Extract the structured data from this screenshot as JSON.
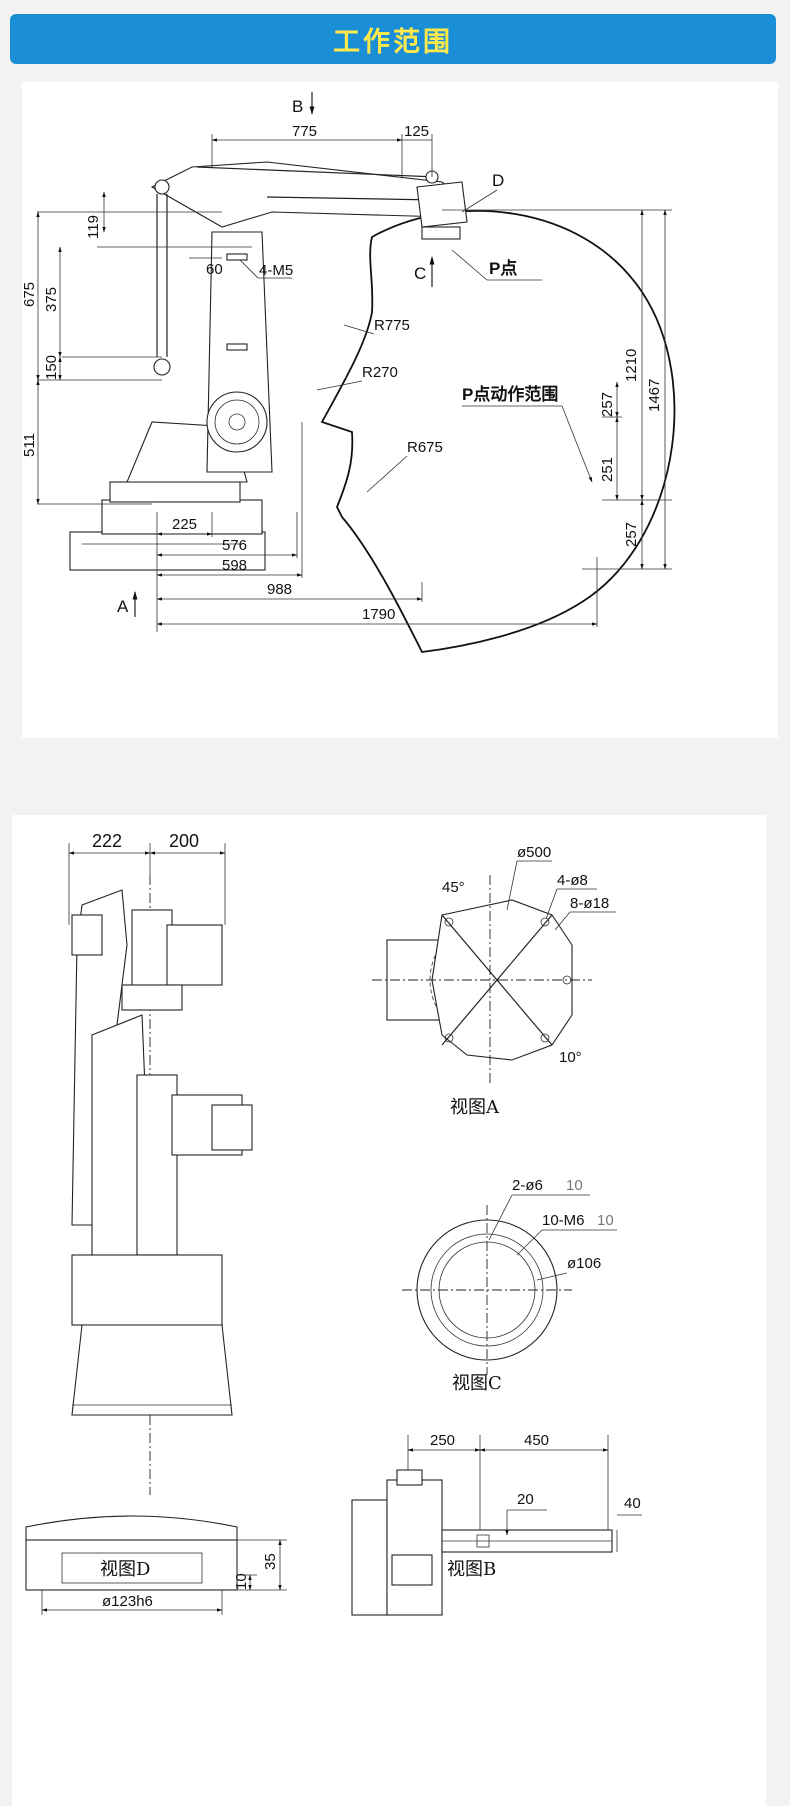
{
  "banner": {
    "title": "工作范围"
  },
  "top_drawing": {
    "view_markers": {
      "b": "B",
      "c": "C",
      "a": "A",
      "d": "D"
    },
    "point_label": "P点",
    "range_label": "P点动作范围",
    "hole_label": "4-M5",
    "radii": {
      "r775": "R775",
      "r270": "R270",
      "r675": "R675"
    },
    "dims": {
      "d775": "775",
      "d125": "125",
      "d119": "119",
      "d60": "60",
      "d675": "675",
      "d375": "375",
      "d150": "150",
      "d511": "511",
      "d1210": "1210",
      "d1467": "1467",
      "d257a": "257",
      "d251": "251",
      "d257b": "257",
      "d225": "225",
      "d576": "576",
      "d598": "598",
      "d988": "988",
      "d1790": "1790"
    }
  },
  "bottom_drawing": {
    "side_view": {
      "d222": "222",
      "d200": "200"
    },
    "view_a": {
      "caption": "视图A",
      "d500": "ø500",
      "angle45": "45°",
      "holes_4": "4-ø8",
      "holes_8": "8-ø18",
      "angle10": "10°"
    },
    "view_c": {
      "caption": "视图C",
      "holes_2": "2-ø6",
      "depth_2": "10",
      "holes_10": "10-M6",
      "depth_10": "10",
      "d106": "ø106"
    },
    "view_d": {
      "caption": "视图D",
      "d123": "ø123h6",
      "d35": "35",
      "d10": "10"
    },
    "view_b": {
      "caption": "视图B",
      "d250": "250",
      "d450": "450",
      "d20": "20",
      "d40": "40"
    }
  }
}
